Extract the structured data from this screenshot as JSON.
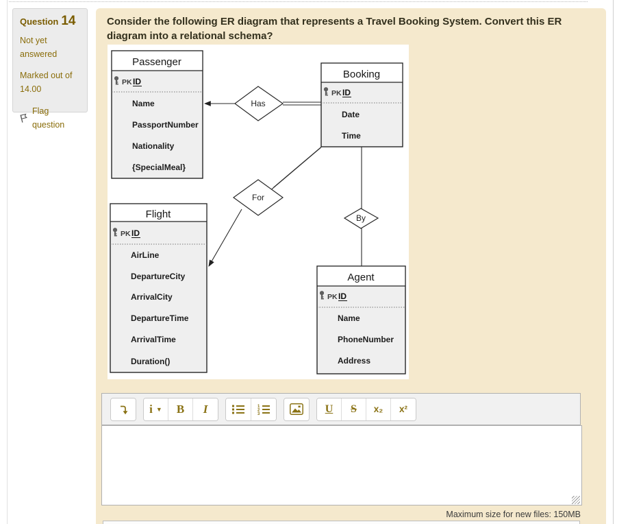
{
  "question_info": {
    "label": "Question",
    "number": "14",
    "status": "Not yet answered",
    "marked": "Marked out of 14.00",
    "flag_label": "Flag question"
  },
  "question": {
    "text": "Consider the following ER diagram that represents a Travel Booking System. Convert this ER diagram into a relational schema?"
  },
  "diagram": {
    "entities": [
      {
        "name": "Passenger",
        "pk_label": "PK",
        "pk_field": "ID",
        "attributes": [
          "Name",
          "PassportNumber",
          "Nationality",
          "{SpecialMeal}"
        ]
      },
      {
        "name": "Booking",
        "pk_label": "PK",
        "pk_field": "ID",
        "attributes": [
          "Date",
          "Time"
        ]
      },
      {
        "name": "Flight",
        "pk_label": "PK",
        "pk_field": "ID",
        "attributes": [
          "AirLine",
          "DepartureCity",
          "ArrivalCity",
          "DepartureTime",
          "ArrivalTime",
          "Duration()"
        ]
      },
      {
        "name": "Agent",
        "pk_label": "PK",
        "pk_field": "ID",
        "attributes": [
          "Name",
          "PhoneNumber",
          "Address"
        ]
      }
    ],
    "relationships": [
      {
        "label": "Has"
      },
      {
        "label": "For"
      },
      {
        "label": "By"
      }
    ]
  },
  "editor": {
    "toolbar": {
      "style_label": "i",
      "bold_label": "B",
      "italic_label": "I",
      "underline_label": "U",
      "strikethrough_label": "S",
      "subscript_label": "x₂",
      "superscript_label": "x²"
    },
    "max_size_note": "Maximum size for new files: 150MB"
  },
  "colors": {
    "accent_gold": "#8a7214",
    "sidebar_text": "#8a6d0a",
    "panel_bg": "#f5e9cd"
  }
}
